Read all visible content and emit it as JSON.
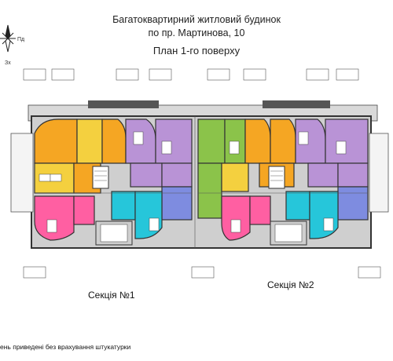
{
  "title_line1": "Багатоквартирний житловий будинок",
  "title_line2": "по пр. Мартинова, 10",
  "subtitle": "План 1-го поверху",
  "compass": {
    "north_label": "Пд",
    "south_label": "Зх"
  },
  "sections": [
    "Секція №1",
    "Секція №2"
  ],
  "footnote": "ень приведені без врахування штукатурки",
  "room_colors": {
    "orange": "#f5a623",
    "yellow": "#f4d03f",
    "violet": "#b993d6",
    "green": "#8bc34a",
    "pink": "#ff5fa2",
    "cyan": "#26c6da",
    "blue": "#7e8ce0",
    "wall": "#3a3a3a",
    "balcony": "#c8c8c8"
  }
}
